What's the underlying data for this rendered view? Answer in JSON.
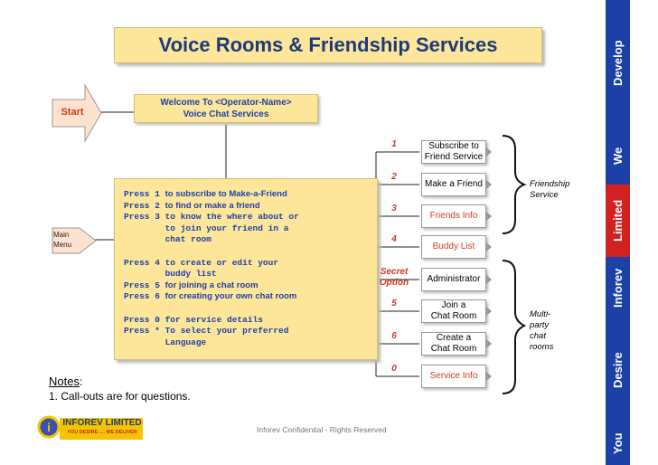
{
  "title": "Voice Rooms & Friendship Services",
  "start_label": "Start",
  "welcome_line1": "Welcome To <Operator-Name>",
  "welcome_line2": "Voice Chat Services",
  "main_menu_line1": "Main",
  "main_menu_line2": "Menu",
  "menu_lines": [
    {
      "press": "Press 1 ",
      "text": "to subscribe to Make-a-Friend",
      "mono": false
    },
    {
      "press": "Press 2 ",
      "text": "to find or make a friend",
      "mono": false
    },
    {
      "press": "Press 3 ",
      "text": "to know the where about or",
      "mono": true
    },
    {
      "press": "        ",
      "text": "to join your friend in a",
      "mono": true
    },
    {
      "press": "        ",
      "text": "chat room",
      "mono": true
    },
    {
      "press": "",
      "text": "",
      "mono": true
    },
    {
      "press": "Press 4 ",
      "text": "to create or edit your",
      "mono": true
    },
    {
      "press": "        ",
      "text": "buddy list",
      "mono": true
    },
    {
      "press": "Press 5 ",
      "text": "for joining a chat room",
      "mono": false
    },
    {
      "press": "Press 6 ",
      "text": "for creating your own chat room",
      "mono": false
    },
    {
      "press": "",
      "text": "",
      "mono": true
    },
    {
      "press": "Press 0 ",
      "text": "for service details",
      "mono": true
    },
    {
      "press": "Press * ",
      "text": "To select your preferred",
      "mono": true
    },
    {
      "press": "        ",
      "text": "Language",
      "mono": true
    }
  ],
  "options": [
    {
      "label": "1",
      "box_line1": "Subscribe to",
      "box_line2": "Friend Service",
      "box_color": "#000000"
    },
    {
      "label": "2",
      "box_line1": "Make a Friend",
      "box_line2": "",
      "box_color": "#000000"
    },
    {
      "label": "3",
      "box_line1": "Friends Info",
      "box_line2": "",
      "box_color": "#d13b1b"
    },
    {
      "label": "4",
      "box_line1": "Buddy List",
      "box_line2": "",
      "box_color": "#d13b1b"
    },
    {
      "label": "Secret Option",
      "box_line1": "Administrator",
      "box_line2": "",
      "box_color": "#000000"
    },
    {
      "label": "5",
      "box_line1": "Join a",
      "box_line2": "Chat Room",
      "box_color": "#000000"
    },
    {
      "label": "6",
      "box_line1": "Create a",
      "box_line2": "Chat Room",
      "box_color": "#000000"
    },
    {
      "label": "0",
      "box_line1": "Service Info",
      "box_line2": "",
      "box_color": "#d13b1b"
    }
  ],
  "friendship_group": "Friendship Service",
  "multiparty_group": "Multi-party chat rooms",
  "notes_heading": "Notes",
  "notes_item": "1.  Call-outs are for questions.",
  "footer": "Inforev Confidential - Rights Reserved",
  "logo_name": "INFOREV LIMITED",
  "logo_tagline": "YOU DESIRE .... WE DELIVER",
  "side_words": [
    "You",
    "Desire",
    "Inforev",
    "Limited",
    "We",
    "Develop"
  ],
  "side_colors": [
    "#1d3fa8",
    "#1d3fa8",
    "#1d3fa8",
    "#d12121",
    "#1d3fa8",
    "#1d3fa8"
  ]
}
